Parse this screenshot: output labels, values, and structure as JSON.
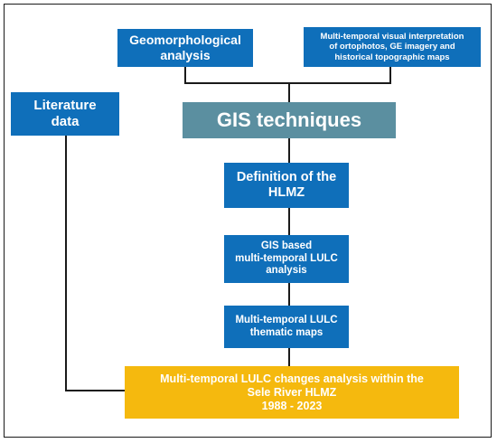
{
  "nodes": {
    "geomorphological": "Geomorphological\nanalysis",
    "visual_interpretation": "Multi-temporal visual interpretation\nof ortophotos, GE imagery and\nhistorical topographic maps",
    "literature": "Literature\ndata",
    "gis_techniques": "GIS techniques",
    "definition_hlmz": "Definition of the\nHLMZ",
    "gis_lulc_analysis": "GIS based\nmulti-temporal LULC\nanalysis",
    "thematic_maps": "Multi-temporal LULC\nthematic maps",
    "changes_analysis": "Multi-temporal LULC changes analysis within the\nSele River HLMZ\n1988 - 2023"
  },
  "colors": {
    "blue": "#0f6fba",
    "grey": "#5b8fa0",
    "gold": "#f5b90e",
    "line": "#1a1a1a"
  }
}
